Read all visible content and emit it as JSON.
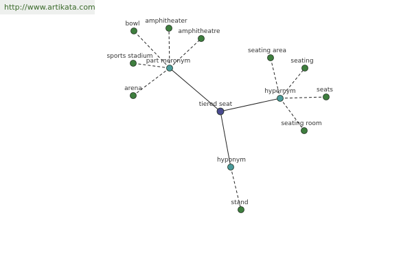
{
  "watermark": {
    "url": "http://www.artikata.com"
  },
  "colors": {
    "center_node": "#4a4a90",
    "relation_node": "#4a9a9a",
    "leaf_node": "#3e7e3e"
  },
  "graph": {
    "center": {
      "label": "tiered seat"
    },
    "relations": [
      {
        "label": "part meronym",
        "leaves": [
          "bowl",
          "amphitheater",
          "amphitheatre",
          "sports stadium",
          "arena"
        ]
      },
      {
        "label": "hypernym",
        "leaves": [
          "seating area",
          "seating",
          "seats",
          "seating room"
        ]
      },
      {
        "label": "hyponym",
        "leaves": [
          "stand"
        ]
      }
    ]
  }
}
